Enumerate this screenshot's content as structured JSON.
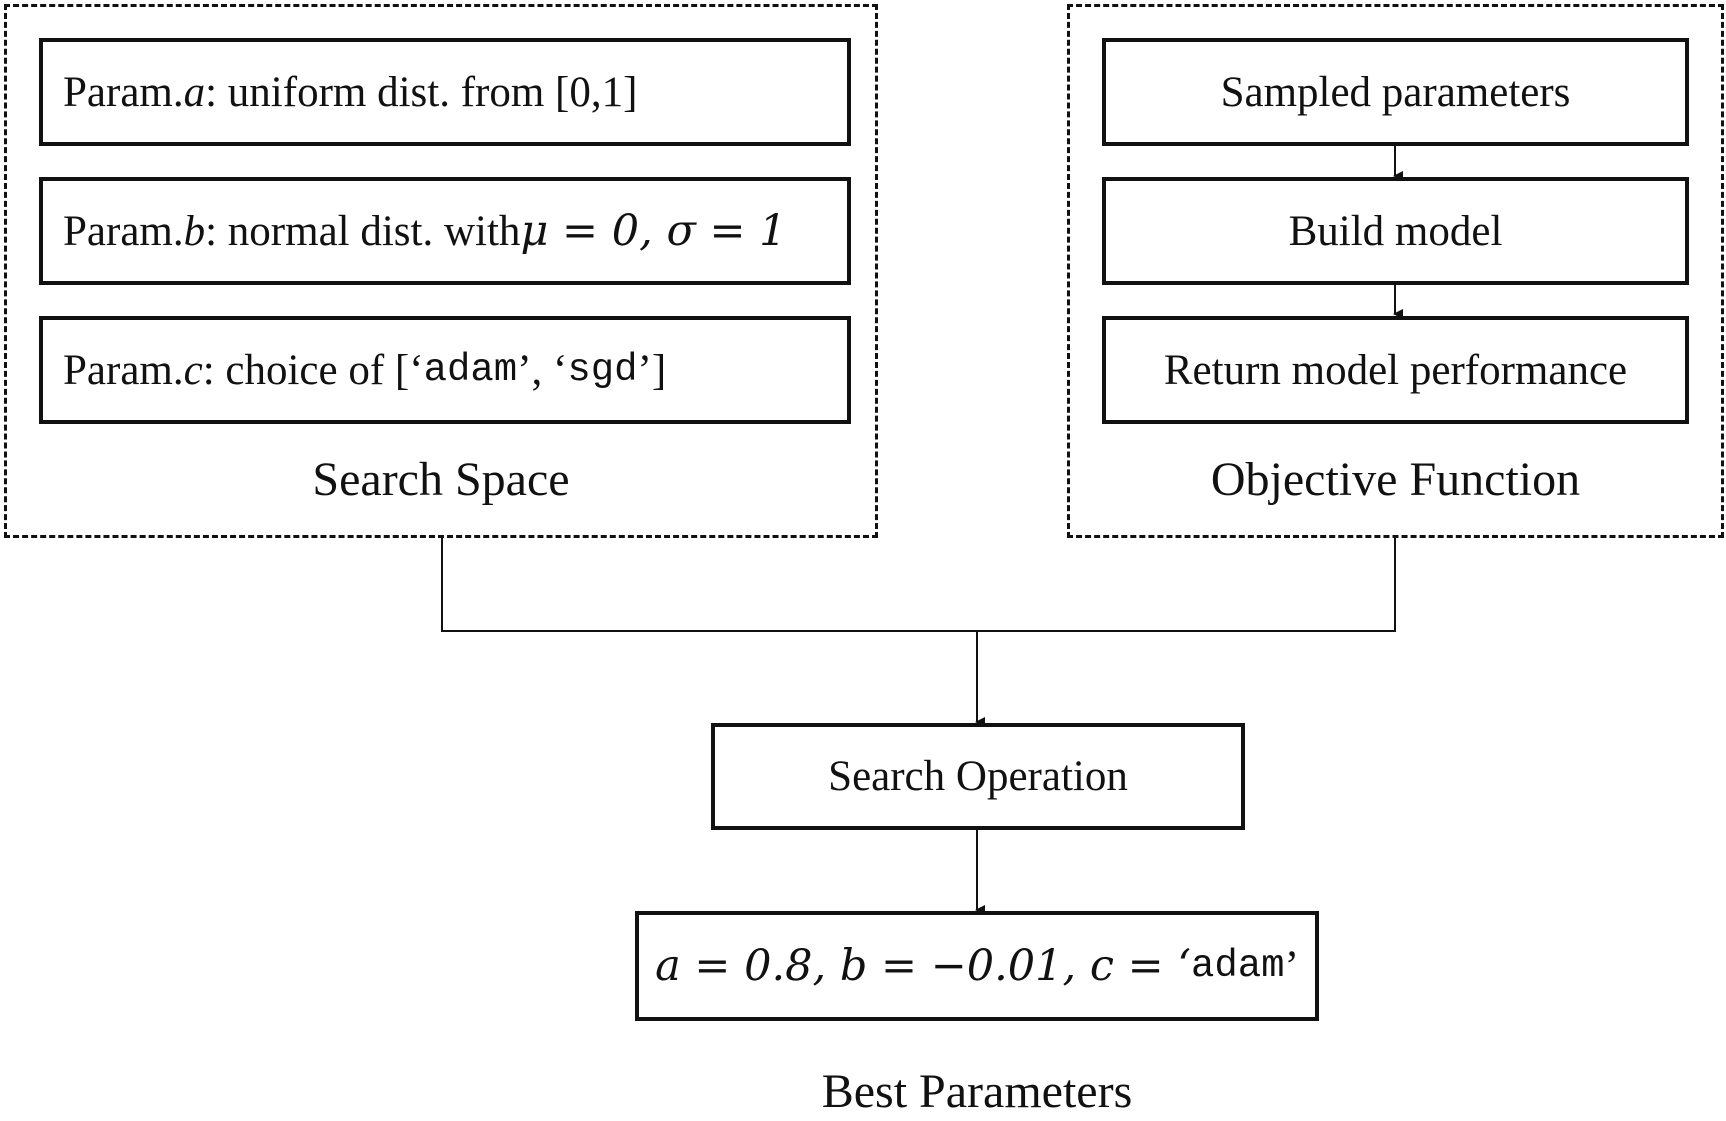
{
  "search_space": {
    "label": "Search Space",
    "params": [
      {
        "prefix": "Param. ",
        "var": "a",
        "text": ": uniform dist. from [0,1]"
      },
      {
        "prefix": "Param. ",
        "var": "b",
        "text": ": normal dist. with ",
        "math": "μ = 0, σ = 1"
      },
      {
        "prefix": "Param. ",
        "var": "c",
        "text": ": choice of [‘",
        "opt1": "adam",
        "sep": "’, ‘",
        "opt2": "sgd",
        "suffix": "’]"
      }
    ]
  },
  "objective_function": {
    "label": "Objective Function",
    "steps": [
      "Sampled parameters",
      "Build model",
      "Return model performance"
    ]
  },
  "search_operation": {
    "label": "Search Operation"
  },
  "best_parameters": {
    "label": "Best Parameters",
    "math": "a = 0.8, b = −0.01, c = ‘",
    "value": "adam",
    "suffix": "’"
  }
}
